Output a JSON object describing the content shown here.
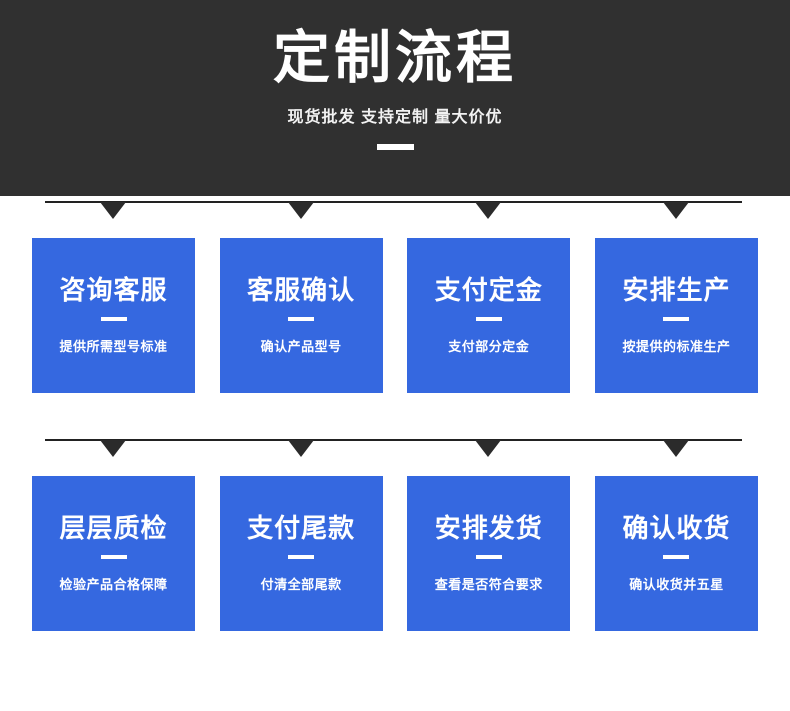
{
  "header": {
    "title": "定制流程",
    "subtitle": "现货批发 支持定制 量大价优",
    "background_color": "#303030",
    "text_color": "#ffffff"
  },
  "theme": {
    "card_color": "#3568e0",
    "arrow_color": "#2b2b2b",
    "line_color": "#222222",
    "page_background": "#ffffff"
  },
  "flow": {
    "rows": [
      {
        "cards": [
          {
            "title": "咨询客服",
            "desc": "提供所需型号标准"
          },
          {
            "title": "客服确认",
            "desc": "确认产品型号"
          },
          {
            "title": "支付定金",
            "desc": "支付部分定金"
          },
          {
            "title": "安排生产",
            "desc": "按提供的标准生产"
          }
        ]
      },
      {
        "cards": [
          {
            "title": "层层质检",
            "desc": "检验产品合格保障"
          },
          {
            "title": "支付尾款",
            "desc": "付清全部尾款"
          },
          {
            "title": "安排发货",
            "desc": "查看是否符合要求"
          },
          {
            "title": "确认收货",
            "desc": "确认收货并五星"
          }
        ]
      }
    ]
  }
}
